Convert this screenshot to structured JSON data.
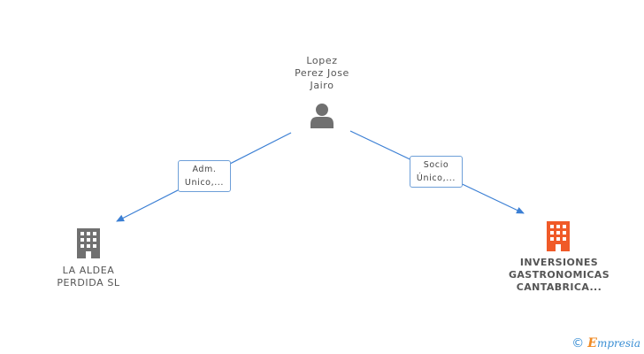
{
  "person": {
    "name_lines": [
      "Lopez",
      "Perez Jose",
      "Jairo"
    ],
    "icon": "person-icon"
  },
  "companies": [
    {
      "name_lines": [
        "LA ALDEA",
        "PERDIDA SL"
      ],
      "icon": "building-icon",
      "color": "#707070"
    },
    {
      "name_lines": [
        "INVERSIONES",
        "GASTRONOMICAS",
        "CANTABRICA..."
      ],
      "icon": "building-icon",
      "color": "#f05a28"
    }
  ],
  "relations": [
    {
      "label_lines": [
        "Adm.",
        "Unico,..."
      ]
    },
    {
      "label_lines": [
        "Socio",
        "Único,..."
      ]
    }
  ],
  "footer": {
    "copyright_symbol": "©",
    "brand_initial": "E",
    "brand_rest": "mpresia"
  },
  "colors": {
    "edge": "#3b7fd4",
    "label_border": "#6e9fd8",
    "person_icon": "#707070"
  }
}
